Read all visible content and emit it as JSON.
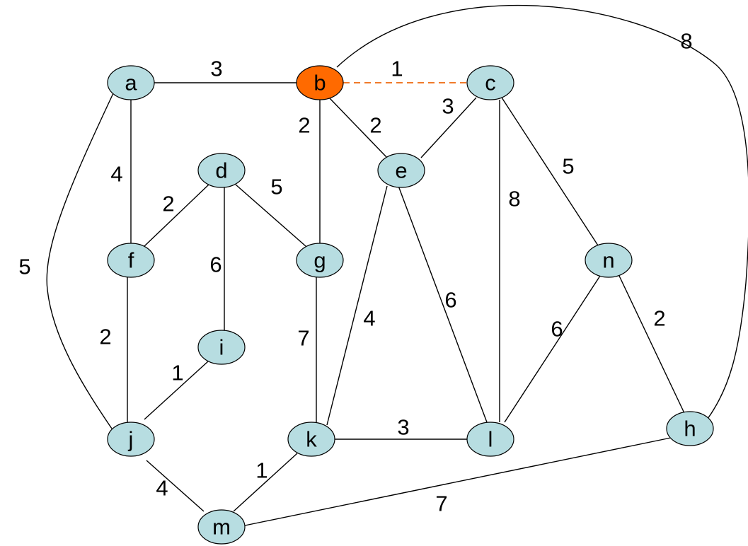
{
  "colors": {
    "node_fill": "#b7dde1",
    "highlight_node_fill": "#ff6a00",
    "edge": "#000000",
    "highlight_edge": "#f07a2a"
  },
  "nodes": [
    {
      "id": "a",
      "label": "a",
      "highlighted": false
    },
    {
      "id": "b",
      "label": "b",
      "highlighted": true
    },
    {
      "id": "c",
      "label": "c",
      "highlighted": false
    },
    {
      "id": "d",
      "label": "d",
      "highlighted": false
    },
    {
      "id": "e",
      "label": "e",
      "highlighted": false
    },
    {
      "id": "f",
      "label": "f",
      "highlighted": false
    },
    {
      "id": "g",
      "label": "g",
      "highlighted": false
    },
    {
      "id": "n",
      "label": "n",
      "highlighted": false
    },
    {
      "id": "i",
      "label": "i",
      "highlighted": false
    },
    {
      "id": "j",
      "label": "j",
      "highlighted": false
    },
    {
      "id": "k",
      "label": "k",
      "highlighted": false
    },
    {
      "id": "l",
      "label": "l",
      "highlighted": false
    },
    {
      "id": "h",
      "label": "h",
      "highlighted": false
    },
    {
      "id": "m",
      "label": "m",
      "highlighted": false
    }
  ],
  "edges": [
    {
      "from": "a",
      "to": "b",
      "weight": "3",
      "style": "solid"
    },
    {
      "from": "b",
      "to": "c",
      "weight": "1",
      "style": "dashed"
    },
    {
      "from": "b",
      "to": "h",
      "weight": "8",
      "style": "solid"
    },
    {
      "from": "a",
      "to": "f",
      "weight": "4",
      "style": "solid"
    },
    {
      "from": "a",
      "to": "j",
      "weight": "5",
      "style": "solid"
    },
    {
      "from": "b",
      "to": "g",
      "weight": "2",
      "style": "solid"
    },
    {
      "from": "b",
      "to": "e",
      "weight": "2",
      "style": "solid"
    },
    {
      "from": "c",
      "to": "e",
      "weight": "3",
      "style": "solid"
    },
    {
      "from": "c",
      "to": "n",
      "weight": "5",
      "style": "solid"
    },
    {
      "from": "c",
      "to": "l",
      "weight": "8",
      "style": "solid"
    },
    {
      "from": "d",
      "to": "f",
      "weight": "2",
      "style": "solid"
    },
    {
      "from": "d",
      "to": "g",
      "weight": "5",
      "style": "solid"
    },
    {
      "from": "d",
      "to": "i",
      "weight": "6",
      "style": "solid"
    },
    {
      "from": "e",
      "to": "k",
      "weight": "4",
      "style": "solid"
    },
    {
      "from": "e",
      "to": "l",
      "weight": "6",
      "style": "solid"
    },
    {
      "from": "n",
      "to": "l",
      "weight": "6",
      "style": "solid"
    },
    {
      "from": "n",
      "to": "h",
      "weight": "2",
      "style": "solid"
    },
    {
      "from": "f",
      "to": "j",
      "weight": "2",
      "style": "solid"
    },
    {
      "from": "g",
      "to": "k",
      "weight": "7",
      "style": "solid"
    },
    {
      "from": "i",
      "to": "j",
      "weight": "1",
      "style": "solid"
    },
    {
      "from": "k",
      "to": "l",
      "weight": "3",
      "style": "solid"
    },
    {
      "from": "j",
      "to": "m",
      "weight": "4",
      "style": "solid"
    },
    {
      "from": "k",
      "to": "m",
      "weight": "1",
      "style": "solid"
    },
    {
      "from": "m",
      "to": "h",
      "weight": "7",
      "style": "solid"
    }
  ]
}
